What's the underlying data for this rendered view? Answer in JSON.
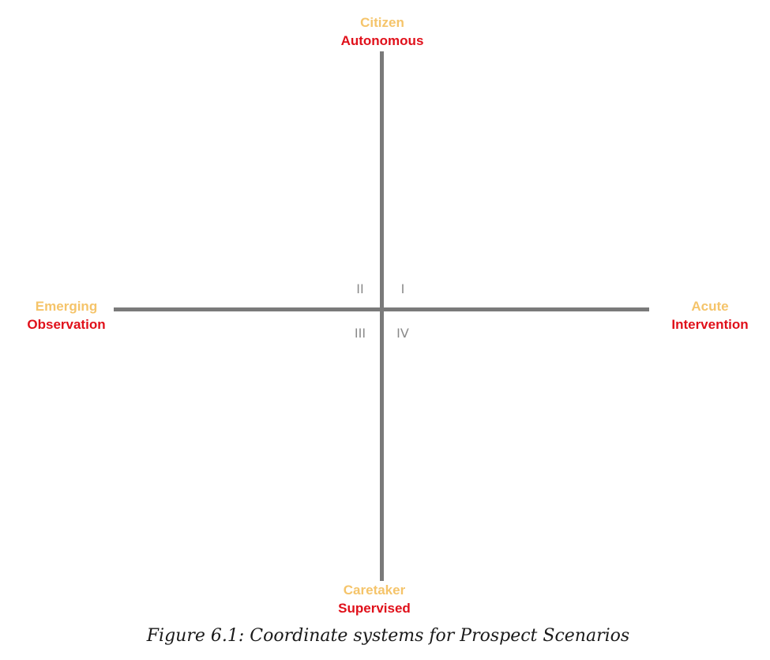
{
  "diagram": {
    "axes": {
      "top": {
        "primary": "Citizen",
        "secondary": "Autonomous"
      },
      "bottom": {
        "primary": "Caretaker",
        "secondary": "Supervised"
      },
      "left": {
        "primary": "Emerging",
        "secondary": "Observation"
      },
      "right": {
        "primary": "Acute",
        "secondary": "Intervention"
      }
    },
    "quadrants": {
      "q1": "I",
      "q2": "II",
      "q3": "III",
      "q4": "IV"
    },
    "colors": {
      "axis_line": "#7a7a7a",
      "primary_label": "#f5c46a",
      "secondary_label": "#e0101a",
      "quadrant_label": "#8a8a8a"
    }
  },
  "caption": "Figure 6.1: Coordinate systems for Prospect Scenarios"
}
